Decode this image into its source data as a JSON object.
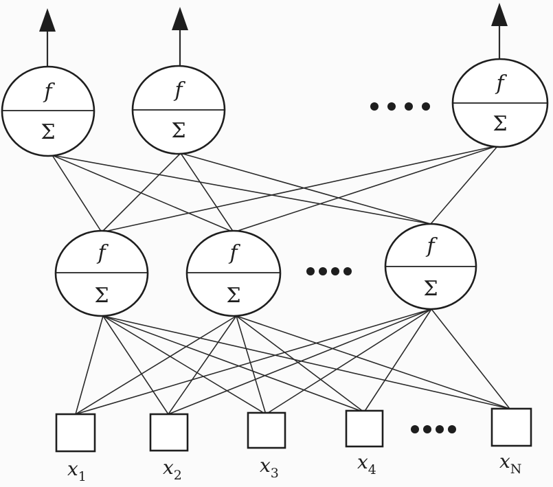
{
  "node_symbols": {
    "activation": "f",
    "summation": "Σ"
  },
  "inputs": [
    {
      "base": "x",
      "sub": "1"
    },
    {
      "base": "x",
      "sub": "2"
    },
    {
      "base": "x",
      "sub": "3"
    },
    {
      "base": "x",
      "sub": "4"
    },
    {
      "base": "x",
      "sub": "N"
    }
  ],
  "output_layer_size_shown": 3,
  "hidden_layer_size_shown": 3,
  "ellipsis_dot_count": 4
}
